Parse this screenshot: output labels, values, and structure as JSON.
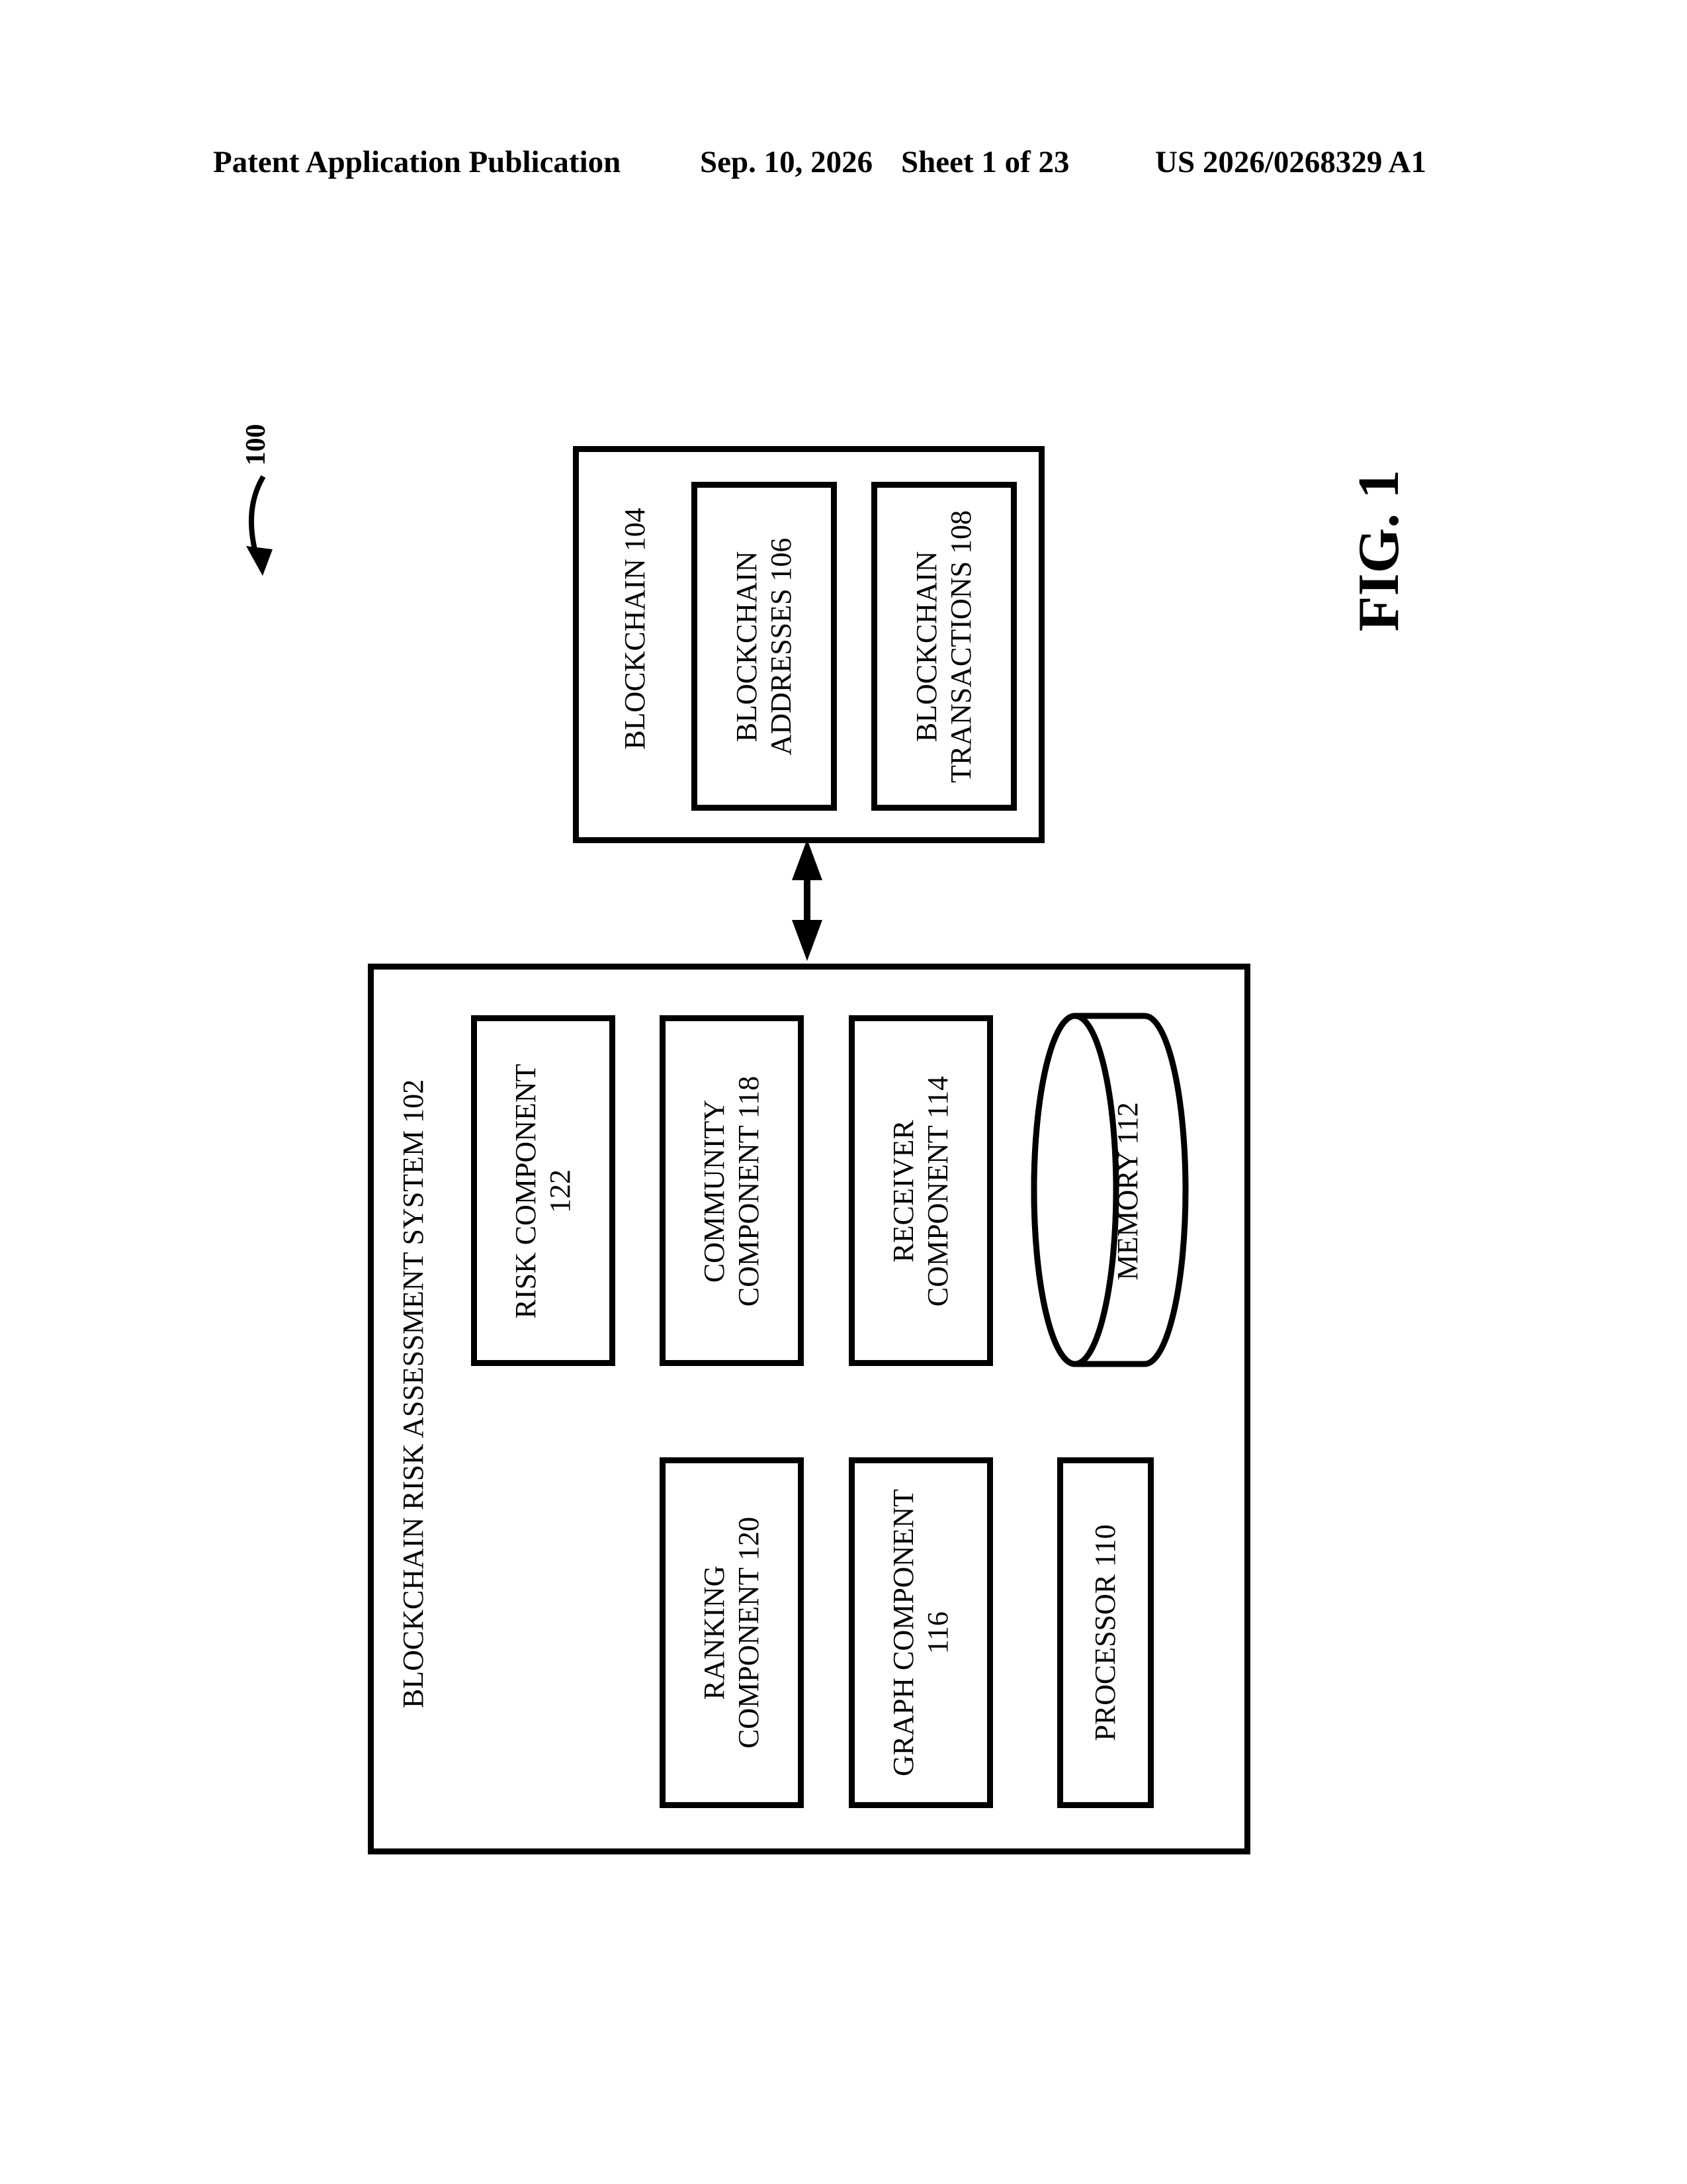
{
  "header": {
    "publication": "Patent Application Publication",
    "date": "Sep. 10, 2026",
    "sheet": "Sheet 1 of 23",
    "number": "US 2026/0268329 A1"
  },
  "figure": {
    "ref": "100",
    "caption": "FIG. 1"
  },
  "diagram": {
    "blockchain": {
      "title": "BLOCKCHAIN 104",
      "addresses": [
        "BLOCKCHAIN",
        "ADDRESSES 106"
      ],
      "transactions": [
        "BLOCKCHAIN",
        "TRANSACTIONS 108"
      ]
    },
    "system": {
      "title": "BLOCKCHAIN RISK ASSESSMENT SYSTEM 102",
      "risk": [
        "RISK COMPONENT",
        "122"
      ],
      "community": [
        "COMMUNITY",
        "COMPONENT 118"
      ],
      "receiver": [
        "RECEIVER",
        "COMPONENT 114"
      ],
      "memory": "MEMORY 112",
      "ranking": [
        "RANKING",
        "COMPONENT 120"
      ],
      "graph": [
        "GRAPH COMPONENT",
        "116"
      ],
      "processor": "PROCESSOR 110"
    }
  }
}
